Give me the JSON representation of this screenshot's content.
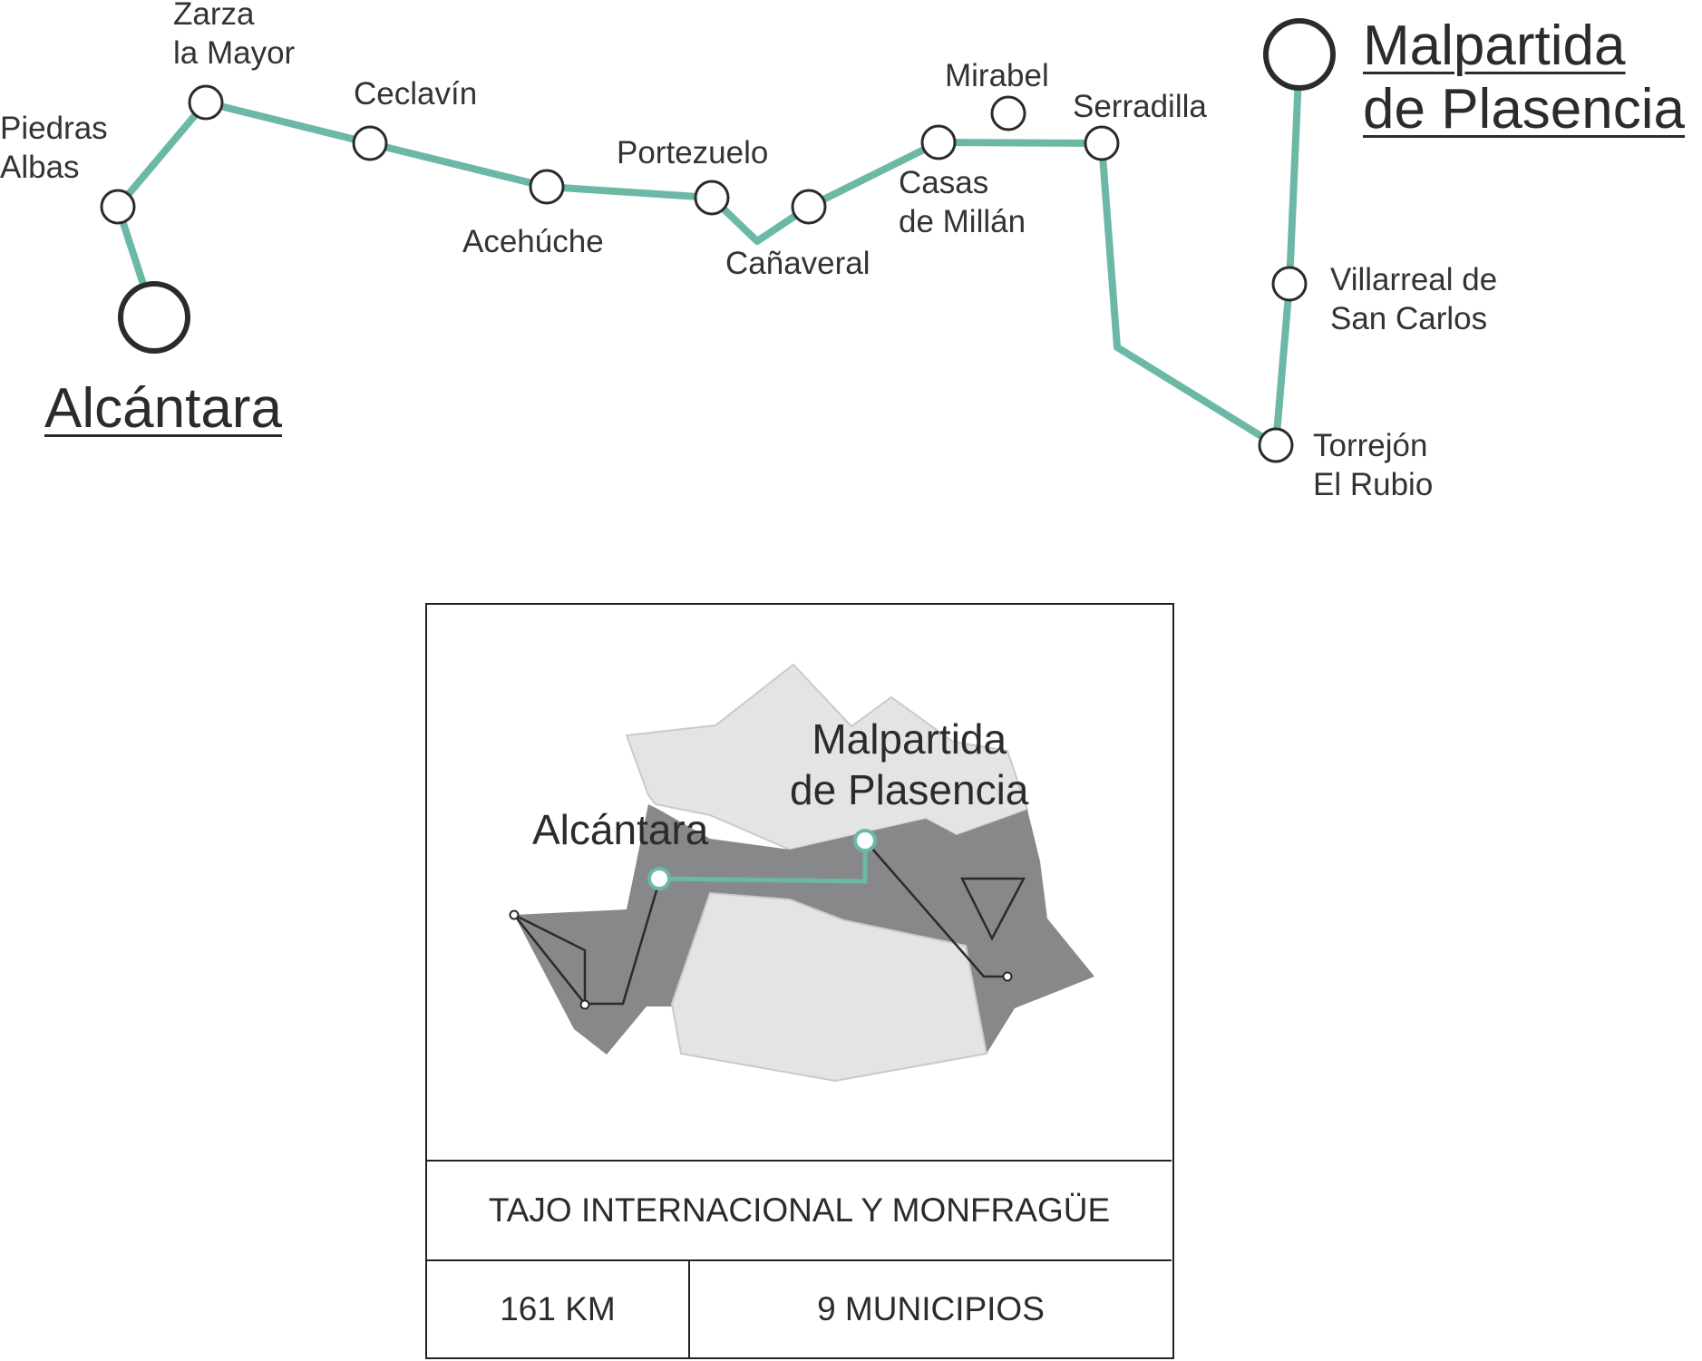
{
  "colors": {
    "route_line": "#6cb8a6",
    "station_stroke": "#2b2b2b",
    "terminal_stroke": "#2b2b2b",
    "region_dark": "#87888a",
    "region_light": "#e3e4e4",
    "region_light_border": "#c9caca"
  },
  "route": {
    "origin": [
      "Alcántara"
    ],
    "destination": [
      "Malpartida",
      "de Plasencia"
    ],
    "stops": [
      {
        "id": "piedras-albas",
        "lines": [
          "Piedras",
          "Albas"
        ]
      },
      {
        "id": "zarza-la-mayor",
        "lines": [
          "Zarza",
          "la Mayor"
        ]
      },
      {
        "id": "ceclavin",
        "lines": [
          "Ceclavín"
        ]
      },
      {
        "id": "acehuche",
        "lines": [
          "Acehúche"
        ]
      },
      {
        "id": "portezuelo",
        "lines": [
          "Portezuelo"
        ]
      },
      {
        "id": "canaveral",
        "lines": [
          "Cañaveral"
        ]
      },
      {
        "id": "casas-de-millan",
        "lines": [
          "Casas",
          "de Millán"
        ]
      },
      {
        "id": "mirabel",
        "lines": [
          "Mirabel"
        ]
      },
      {
        "id": "serradilla",
        "lines": [
          "Serradilla"
        ]
      },
      {
        "id": "torrejon-el-rubio",
        "lines": [
          "Torrejón",
          "El Rubio"
        ]
      },
      {
        "id": "villarreal-de-san-carlos",
        "lines": [
          "Villarreal de",
          "San Carlos"
        ]
      }
    ]
  },
  "overview_map": {
    "origin": [
      "Alcántara"
    ],
    "destination": [
      "Malpartida",
      "de Plasencia"
    ]
  },
  "info": {
    "route_name": "TAJO INTERNACIONAL Y MONFRAGÜE",
    "distance": "161 KM",
    "municipalities": "9 MUNICIPIOS"
  }
}
